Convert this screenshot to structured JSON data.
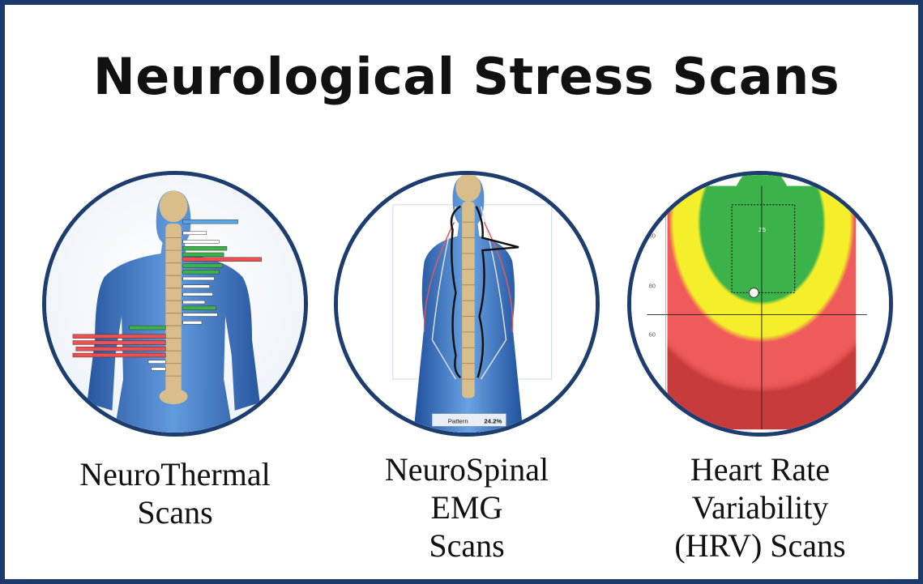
{
  "title": "Neurological Stress Scans",
  "scans": [
    {
      "caption_lines": [
        "NeuroThermal",
        "Scans"
      ],
      "icon": "spine-thermal-chart"
    },
    {
      "caption_lines": [
        "NeuroSpinal",
        "EMG",
        "Scans"
      ],
      "icon": "spine-emg-chart",
      "footer_label": "Pattern",
      "footer_value": "24.2%"
    },
    {
      "caption_lines": [
        "Heart Rate",
        "Variability",
        "(HRV) Scans"
      ],
      "icon": "hrv-zone-chart",
      "zone_label": "Z5",
      "y_ticks": [
        "80",
        "80",
        "60"
      ]
    }
  ],
  "colors": {
    "border": "#1c3a6b",
    "body_blue": "#2f6fc0",
    "spine": "#d9be8c",
    "red": "#ef4f4f",
    "green": "#3cb34a",
    "yellow": "#f5ee2a",
    "dark_red": "#c83b3b"
  }
}
